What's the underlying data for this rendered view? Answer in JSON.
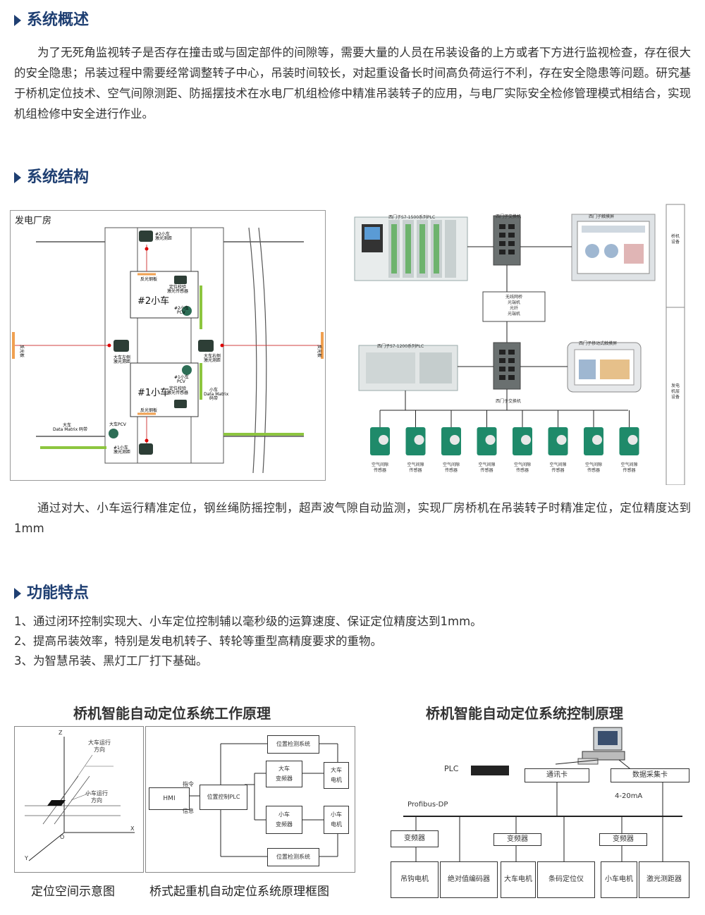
{
  "sections": {
    "overview": {
      "title": "系统概述",
      "body": "为了无死角监视转子是否存在撞击或与固定部件的间隙等，需要大量的人员在吊装设备的上方或者下方进行监视检查，存在很大的安全隐患；吊装过程中需要经常调整转子中心，吊装时间较长，对起重设备长时间高负荷运行不利，存在安全隐患等问题。研究基于桥机定位技术、空气间隙测距、防摇摆技术在水电厂机组检修中精准吊装转子的应用，与电厂实际安全检修管理模式相结合，实现机组检修中安全进行作业。"
    },
    "structure": {
      "title": "系统结构",
      "body": "通过对大、小车运行精准定位，钢丝绳防摇控制，超声波气隙自动监测，实现厂房桥机在吊装转子时精准定位，定位精度达到1mm"
    },
    "features": {
      "title": "功能特点",
      "items": [
        "1、通过闭环控制实现大、小车定位控制辅以毫秒级的运算速度、保证定位精度达到1mm。",
        "2、提高吊装效率，特别是发电机转子、转轮等重型高精度要求的重物。",
        "3、为智慧吊装、黑灯工厂打下基础。"
      ]
    }
  },
  "layout_diagram": {
    "room_label": "发电厂房",
    "cart2_label": "#2小车",
    "cart1_label": "#1小车",
    "small_labels": {
      "s2_top": "#2小车\n激光测距",
      "s2_sensor": "定位校验\n激光传感器",
      "s2_bar": "反光钢板",
      "s2_pcv": "#2小车\nPCV",
      "s1_pcv": "#1小车\nPCV",
      "s1_sensor": "定位校验\n激光传感器",
      "s1_bar": "反光钢板",
      "big_left": "大车左侧\n激光测距",
      "big_right": "大车右侧\n激光测距",
      "dm_right": "小车\nData Matrix\n码带",
      "dm_left": "大车\nData Matrix 码带",
      "big_pcv": "大车PCV",
      "s1_bottom": "#1小车\n激光测距",
      "refl_left": "反光\n板",
      "refl_right": "反光\n板"
    }
  },
  "network_diagram": {
    "plc1500": "西门子S7-1500系列PLC",
    "switch_top": "西门子交换机",
    "hmi_top": "西门子触摸屏",
    "wireless": "无线网桥\n光端机\n光纤\n光端机",
    "plc1200": "西门子S7-1200系列PLC",
    "switch_bottom": "西门子交换机",
    "hmi_mobile": "西门子移动式触摸屏",
    "side_top": "桥机设备",
    "side_bottom": "发电机层设备",
    "sensor_label": "空气间隙\n传感器",
    "sensor_count": 8
  },
  "work_principle": {
    "title": "桥机智能自动定位系统工作原理",
    "axis_z": "Z",
    "axis_x": "X",
    "axis_y": "Y",
    "origin": "O",
    "big_dir": "大车运行\n方向",
    "small_dir": "小车运行\n方向",
    "hmi": "HMI",
    "cmd": "指令",
    "info": "信息",
    "pos_ctrl": "位置控制PLC",
    "pos_detect_top": "位置检测系统",
    "pos_detect_bottom": "位置检测系统",
    "big_inv": "大车\n变频器",
    "small_inv": "小车\n变频器",
    "big_motor": "大车\n电机",
    "small_motor": "小车\n电机",
    "caption_left": "定位空间示意图",
    "caption_right": "桥式起重机自动定位系统原理框图"
  },
  "control_principle": {
    "title": "桥机智能自动定位系统控制原理",
    "plc": "PLC",
    "comm_card": "通讯卡",
    "daq_card": "数据采集卡",
    "profibus": "Profibus-DP",
    "current": "4-20mA",
    "inv1": "变频器",
    "inv2": "变频器",
    "inv3": "变频器",
    "bottom": [
      "吊钩电机",
      "绝对值编码器",
      "大车电机",
      "条码定位仪",
      "小车电机",
      "激光测距器"
    ]
  }
}
